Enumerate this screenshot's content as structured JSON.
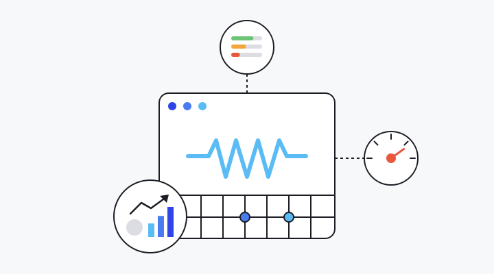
{
  "colors": {
    "background": "#f7f8fa",
    "outline": "#1c1d24",
    "panel_fill": "#ffffff",
    "dot_dark_blue": "#2f45e8",
    "dot_mid_blue": "#4a7cf0",
    "dot_light_blue": "#5bbcf5",
    "wave": "#5bbcf5",
    "bar_green": "#6cc477",
    "bar_orange": "#f4a63c",
    "bar_red": "#e9573c",
    "bar_track": "#dcdde2",
    "needle": "#e9573c",
    "chart_bar_light": "#5bbcf5",
    "chart_bar_mid": "#4a7cf0",
    "chart_bar_dark": "#2f45e8",
    "grey_circle": "#dcdde2",
    "grid_node_dark": "#4a7cf0",
    "grid_node_light": "#5bbcf5"
  },
  "window": {
    "traffic_dots": [
      "dot-dark-blue",
      "dot-mid-blue",
      "dot-light-blue"
    ]
  },
  "status_bars": {
    "levels": [
      0.72,
      0.48,
      0.28
    ]
  },
  "gauge": {
    "level": 0.8
  },
  "growth_chart": {
    "bar_levels": [
      0.45,
      0.7,
      1.0
    ]
  },
  "icons": [
    "status-bars-icon",
    "gauge-icon",
    "trend-chart-icon",
    "waveform-icon"
  ]
}
